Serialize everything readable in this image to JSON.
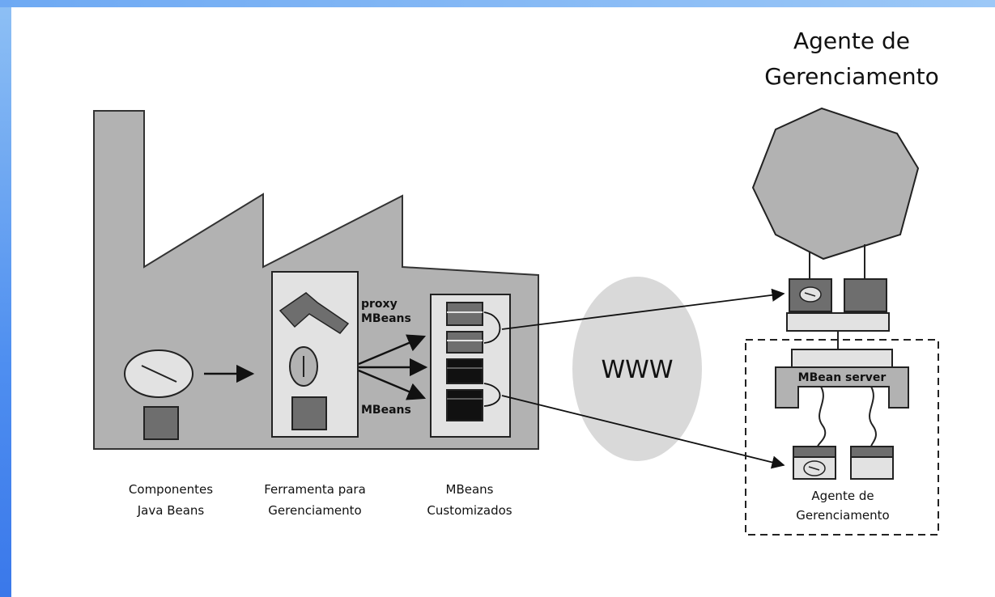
{
  "title_lines": [
    "Agente de",
    "Gerenciamento"
  ],
  "labels": {
    "proxy_1": "proxy",
    "proxy_2": "MBeans",
    "mbeans": "MBeans",
    "www": "WWW",
    "mbean_server": "MBean server"
  },
  "captions": {
    "components_1": "Componentes",
    "components_2": "Java Beans",
    "tool_1": "Ferramenta para",
    "tool_2": "Gerenciamento",
    "custom_1": "MBeans",
    "custom_2": "Customizados",
    "agent_1": "Agente de",
    "agent_2": "Gerenciamento"
  },
  "colors": {
    "factory_fill": "#b2b2b2",
    "panel_fill": "#e2e2e2",
    "dark_box": "#6e6e6e",
    "black_box": "#111111",
    "www_cloud": "#d9d9d9",
    "frame_left": "#4f8ff0"
  }
}
